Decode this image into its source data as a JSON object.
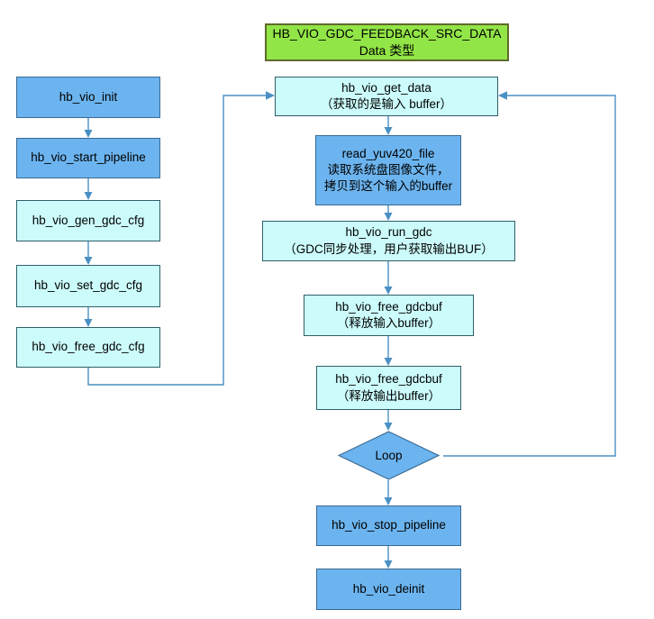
{
  "diagram": {
    "title": "HB_VIO_GDC_FEEDBACK_SRC_DATA flow",
    "colors": {
      "blue_fill": "#6CB4EF",
      "blue_stroke": "#3A6A93",
      "cyan_fill": "#CCFBFB",
      "cyan_stroke": "#2E5F6B",
      "green_fill": "#92E546",
      "green_stroke": "#5F6B2C",
      "connector": "#4A90C4",
      "background": "#FFFFFF"
    },
    "legend_box": {
      "line1": "HB_VIO_GDC_FEEDBACK_SRC_DATA",
      "line2": "Data 类型"
    },
    "left_column": [
      {
        "line1": "hb_vio_init",
        "line2": ""
      },
      {
        "line1": "hb_vio_start_pipeline",
        "line2": ""
      },
      {
        "line1": "hb_vio_gen_gdc_cfg",
        "line2": ""
      },
      {
        "line1": "hb_vio_set_gdc_cfg",
        "line2": ""
      },
      {
        "line1": "hb_vio_free_gdc_cfg",
        "line2": ""
      }
    ],
    "right_column": [
      {
        "line1": "hb_vio_get_data",
        "line2": "（获取的是输入 buffer）"
      },
      {
        "line1": "read_yuv420_file",
        "line2": "读取系统盘图像文件，拷贝到这个输入的buffer"
      },
      {
        "line1": "hb_vio_run_gdc",
        "line2": "（GDC同步处理，用户获取输出BUF）"
      },
      {
        "line1": "hb_vio_free_gdcbuf",
        "line2": "（释放输入buffer）"
      },
      {
        "line1": "hb_vio_free_gdcbuf",
        "line2": "（释放输出buffer）"
      }
    ],
    "decision": {
      "label": "Loop"
    },
    "tail_column": [
      {
        "line1": "hb_vio_stop_pipeline",
        "line2": ""
      },
      {
        "line1": "hb_vio_deinit",
        "line2": ""
      }
    ]
  }
}
